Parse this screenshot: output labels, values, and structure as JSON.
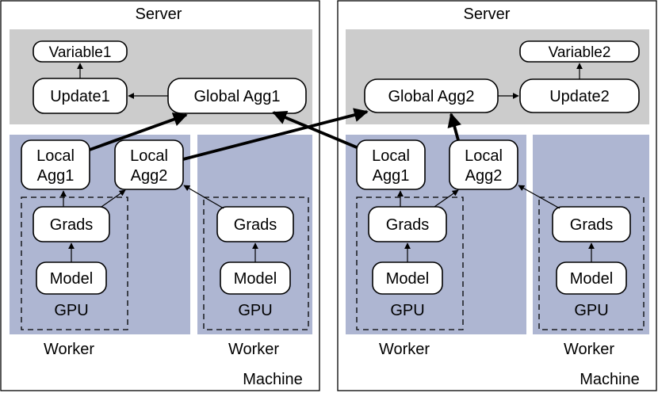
{
  "machines": [
    {
      "label": "Machine",
      "server_label": "Server",
      "variable": "Variable1",
      "update": "Update1",
      "global_agg": "Global Agg1",
      "local_aggs": [
        {
          "line1": "Local",
          "line2": "Agg1"
        },
        {
          "line1": "Local",
          "line2": "Agg2"
        }
      ],
      "workers": [
        {
          "label": "Worker",
          "grads": "Grads",
          "model": "Model",
          "gpu": "GPU"
        },
        {
          "label": "Worker",
          "grads": "Grads",
          "model": "Model",
          "gpu": "GPU"
        }
      ]
    },
    {
      "label": "Machine",
      "server_label": "Server",
      "variable": "Variable2",
      "update": "Update2",
      "global_agg": "Global Agg2",
      "local_aggs": [
        {
          "line1": "Local",
          "line2": "Agg1"
        },
        {
          "line1": "Local",
          "line2": "Agg2"
        }
      ],
      "workers": [
        {
          "label": "Worker",
          "grads": "Grads",
          "model": "Model",
          "gpu": "GPU"
        },
        {
          "label": "Worker",
          "grads": "Grads",
          "model": "Model",
          "gpu": "GPU"
        }
      ]
    }
  ]
}
